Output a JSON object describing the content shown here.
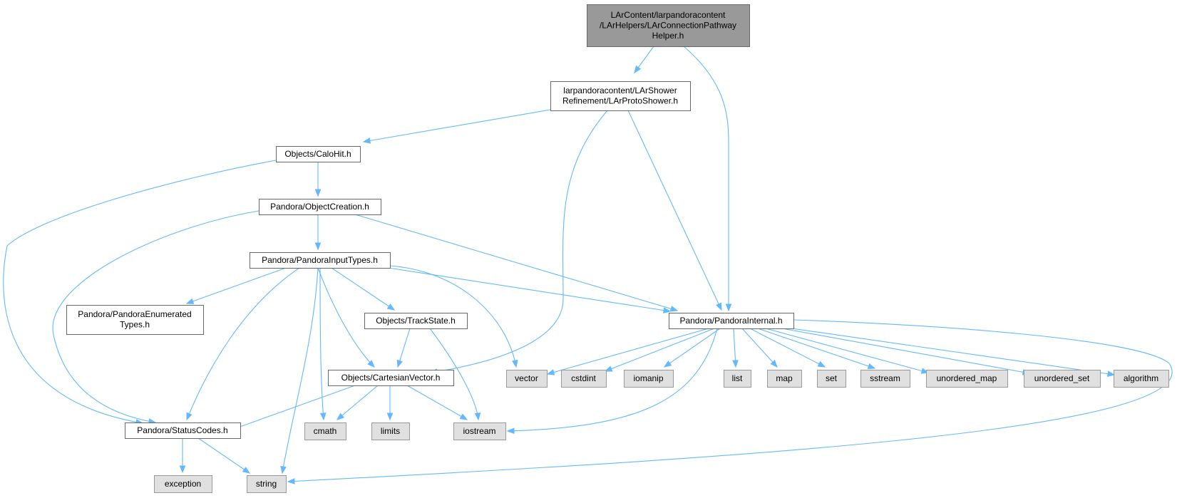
{
  "colors": {
    "background": "#ffffff",
    "root_fill": "#999999",
    "root_border": "#666666",
    "header_fill": "#ffffff",
    "header_border": "#666666",
    "system_fill": "#e0e0e0",
    "system_border": "#999999",
    "edge": "#63b8ff"
  },
  "nodes": [
    {
      "id": "root",
      "kind": "root",
      "lines": [
        "LArContent/larpandoracontent",
        "/LArHelpers/LArConnectionPathway",
        "Helper.h"
      ]
    },
    {
      "id": "protoshower",
      "kind": "header",
      "lines": [
        "larpandoracontent/LArShower",
        "Refinement/LArProtoShower.h"
      ]
    },
    {
      "id": "calohit",
      "kind": "header",
      "lines": [
        "Objects/CaloHit.h"
      ]
    },
    {
      "id": "objectcreation",
      "kind": "header",
      "lines": [
        "Pandora/ObjectCreation.h"
      ]
    },
    {
      "id": "inputtypes",
      "kind": "header",
      "lines": [
        "Pandora/PandoraInputTypes.h"
      ]
    },
    {
      "id": "enumerated",
      "kind": "header",
      "lines": [
        "Pandora/PandoraEnumerated",
        "Types.h"
      ]
    },
    {
      "id": "trackstate",
      "kind": "header",
      "lines": [
        "Objects/TrackState.h"
      ]
    },
    {
      "id": "internal",
      "kind": "header",
      "lines": [
        "Pandora/PandoraInternal.h"
      ]
    },
    {
      "id": "cartesian",
      "kind": "header",
      "lines": [
        "Objects/CartesianVector.h"
      ]
    },
    {
      "id": "statuscodes",
      "kind": "header",
      "lines": [
        "Pandora/StatusCodes.h"
      ]
    },
    {
      "id": "vector",
      "kind": "system",
      "lines": [
        "vector"
      ]
    },
    {
      "id": "cstdint",
      "kind": "system",
      "lines": [
        "cstdint"
      ]
    },
    {
      "id": "iomanip",
      "kind": "system",
      "lines": [
        "iomanip"
      ]
    },
    {
      "id": "list",
      "kind": "system",
      "lines": [
        "list"
      ]
    },
    {
      "id": "map",
      "kind": "system",
      "lines": [
        "map"
      ]
    },
    {
      "id": "set",
      "kind": "system",
      "lines": [
        "set"
      ]
    },
    {
      "id": "sstream",
      "kind": "system",
      "lines": [
        "sstream"
      ]
    },
    {
      "id": "unordered_map",
      "kind": "system",
      "lines": [
        "unordered_map"
      ]
    },
    {
      "id": "unordered_set",
      "kind": "system",
      "lines": [
        "unordered_set"
      ]
    },
    {
      "id": "algorithm",
      "kind": "system",
      "lines": [
        "algorithm"
      ]
    },
    {
      "id": "cmath",
      "kind": "system",
      "lines": [
        "cmath"
      ]
    },
    {
      "id": "limits",
      "kind": "system",
      "lines": [
        "limits"
      ]
    },
    {
      "id": "iostream",
      "kind": "system",
      "lines": [
        "iostream"
      ]
    },
    {
      "id": "exception",
      "kind": "system",
      "lines": [
        "exception"
      ]
    },
    {
      "id": "string",
      "kind": "system",
      "lines": [
        "string"
      ]
    }
  ],
  "edges": [
    {
      "from": "root",
      "to": "protoshower"
    },
    {
      "from": "root",
      "to": "internal"
    },
    {
      "from": "protoshower",
      "to": "calohit"
    },
    {
      "from": "protoshower",
      "to": "cartesian"
    },
    {
      "from": "protoshower",
      "to": "internal"
    },
    {
      "from": "calohit",
      "to": "objectcreation"
    },
    {
      "from": "calohit",
      "to": "statuscodes"
    },
    {
      "from": "objectcreation",
      "to": "inputtypes"
    },
    {
      "from": "objectcreation",
      "to": "statuscodes"
    },
    {
      "from": "objectcreation",
      "to": "internal"
    },
    {
      "from": "inputtypes",
      "to": "enumerated"
    },
    {
      "from": "inputtypes",
      "to": "trackstate"
    },
    {
      "from": "inputtypes",
      "to": "internal"
    },
    {
      "from": "inputtypes",
      "to": "vector"
    },
    {
      "from": "inputtypes",
      "to": "cartesian"
    },
    {
      "from": "inputtypes",
      "to": "statuscodes"
    },
    {
      "from": "inputtypes",
      "to": "string"
    },
    {
      "from": "inputtypes",
      "to": "cmath"
    },
    {
      "from": "trackstate",
      "to": "cartesian"
    },
    {
      "from": "trackstate",
      "to": "iostream"
    },
    {
      "from": "cartesian",
      "to": "statuscodes"
    },
    {
      "from": "cartesian",
      "to": "cmath"
    },
    {
      "from": "cartesian",
      "to": "limits"
    },
    {
      "from": "cartesian",
      "to": "iostream"
    },
    {
      "from": "statuscodes",
      "to": "exception"
    },
    {
      "from": "statuscodes",
      "to": "string"
    },
    {
      "from": "internal",
      "to": "vector"
    },
    {
      "from": "internal",
      "to": "cstdint"
    },
    {
      "from": "internal",
      "to": "iomanip"
    },
    {
      "from": "internal",
      "to": "list"
    },
    {
      "from": "internal",
      "to": "map"
    },
    {
      "from": "internal",
      "to": "set"
    },
    {
      "from": "internal",
      "to": "sstream"
    },
    {
      "from": "internal",
      "to": "unordered_map"
    },
    {
      "from": "internal",
      "to": "unordered_set"
    },
    {
      "from": "internal",
      "to": "algorithm"
    },
    {
      "from": "internal",
      "to": "iostream"
    },
    {
      "from": "internal",
      "to": "string"
    }
  ]
}
